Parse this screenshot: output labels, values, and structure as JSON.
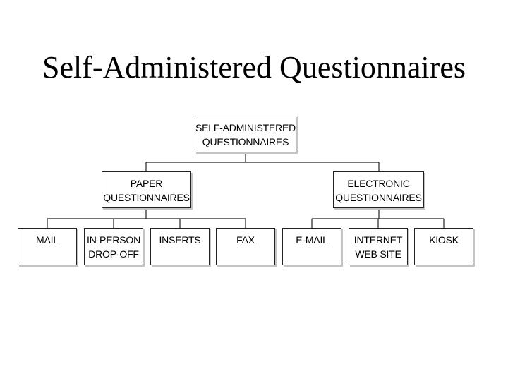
{
  "slide": {
    "title": "Self-Administered Questionnaires"
  },
  "diagram": {
    "root": {
      "line1": "SELF-ADMINISTERED",
      "line2": "QUESTIONNAIRES"
    },
    "branches": [
      {
        "line1": "PAPER",
        "line2": "QUESTIONNAIRES",
        "children": [
          {
            "line1": "MAIL",
            "line2": ""
          },
          {
            "line1": "IN-PERSON",
            "line2": "DROP-OFF"
          },
          {
            "line1": "INSERTS",
            "line2": ""
          },
          {
            "line1": "FAX",
            "line2": ""
          }
        ]
      },
      {
        "line1": "ELECTRONIC",
        "line2": "QUESTIONNAIRES",
        "children": [
          {
            "line1": "E-MAIL",
            "line2": ""
          },
          {
            "line1": "INTERNET",
            "line2": "WEB SITE"
          },
          {
            "line1": "KIOSK",
            "line2": ""
          }
        ]
      }
    ]
  }
}
